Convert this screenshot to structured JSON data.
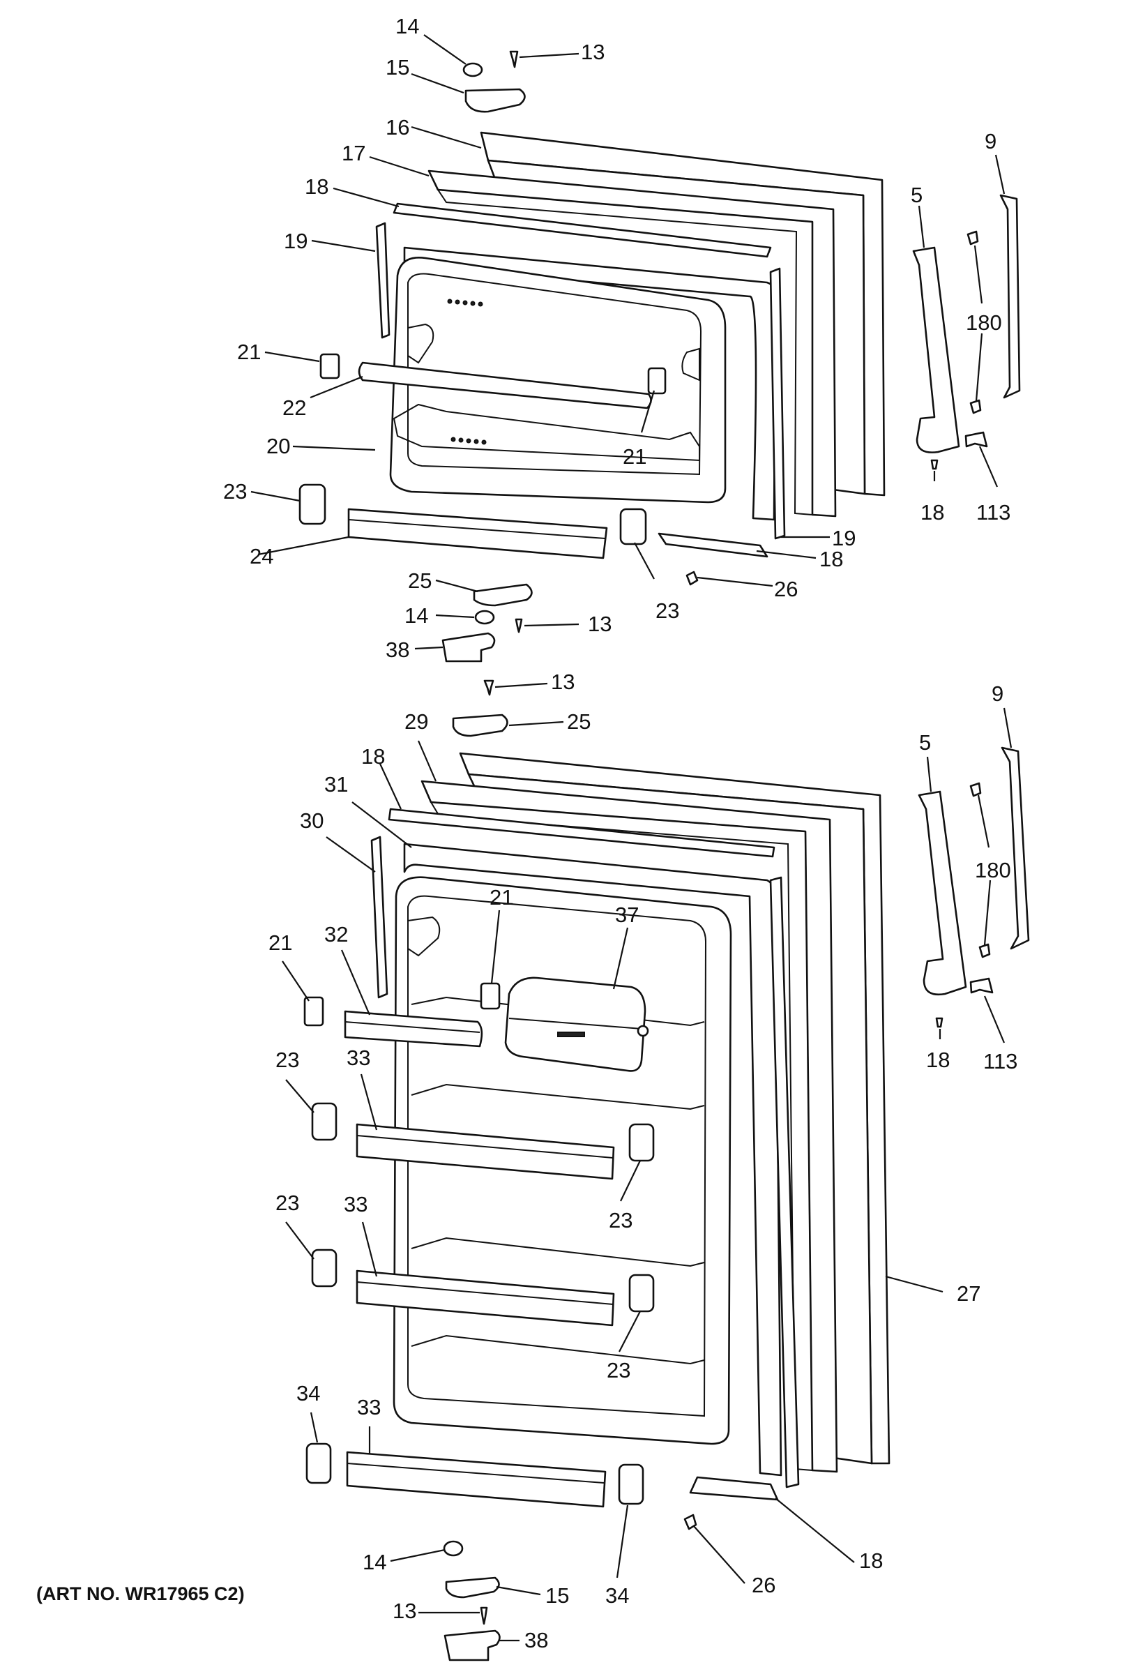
{
  "art_number": "(ART NO. WR17965 C2)",
  "callouts": {
    "c_14a": "14",
    "c_13a": "13",
    "c_15a": "15",
    "c_16": "16",
    "c_17": "17",
    "c_18a": "18",
    "c_19a": "19",
    "c_21a": "21",
    "c_22": "22",
    "c_20": "20",
    "c_21b": "21",
    "c_23a": "23",
    "c_24": "24",
    "c_23b": "23",
    "c_19b": "19",
    "c_18b": "18",
    "c_25a": "25",
    "c_26a": "26",
    "c_14b": "14",
    "c_13b": "13",
    "c_38a": "38",
    "c_9a": "9",
    "c_5a": "5",
    "c_180a": "180",
    "c_18c": "18",
    "c_113a": "113",
    "c_13c": "13",
    "c_25b": "25",
    "c_29": "29",
    "c_18d": "18",
    "c_31": "31",
    "c_30": "30",
    "c_21c": "21",
    "c_37": "37",
    "c_21d": "21",
    "c_32": "32",
    "c_23c": "23",
    "c_33a": "33",
    "c_23d": "23",
    "c_23e": "23",
    "c_33b": "33",
    "c_23f": "23",
    "c_27": "27",
    "c_34a": "34",
    "c_33c": "33",
    "c_34b": "34",
    "c_14c": "14",
    "c_15b": "15",
    "c_13d": "13",
    "c_38b": "38",
    "c_26b": "26",
    "c_18e": "18",
    "c_9b": "9",
    "c_5b": "5",
    "c_180b": "180",
    "c_18f": "18",
    "c_113b": "113"
  }
}
